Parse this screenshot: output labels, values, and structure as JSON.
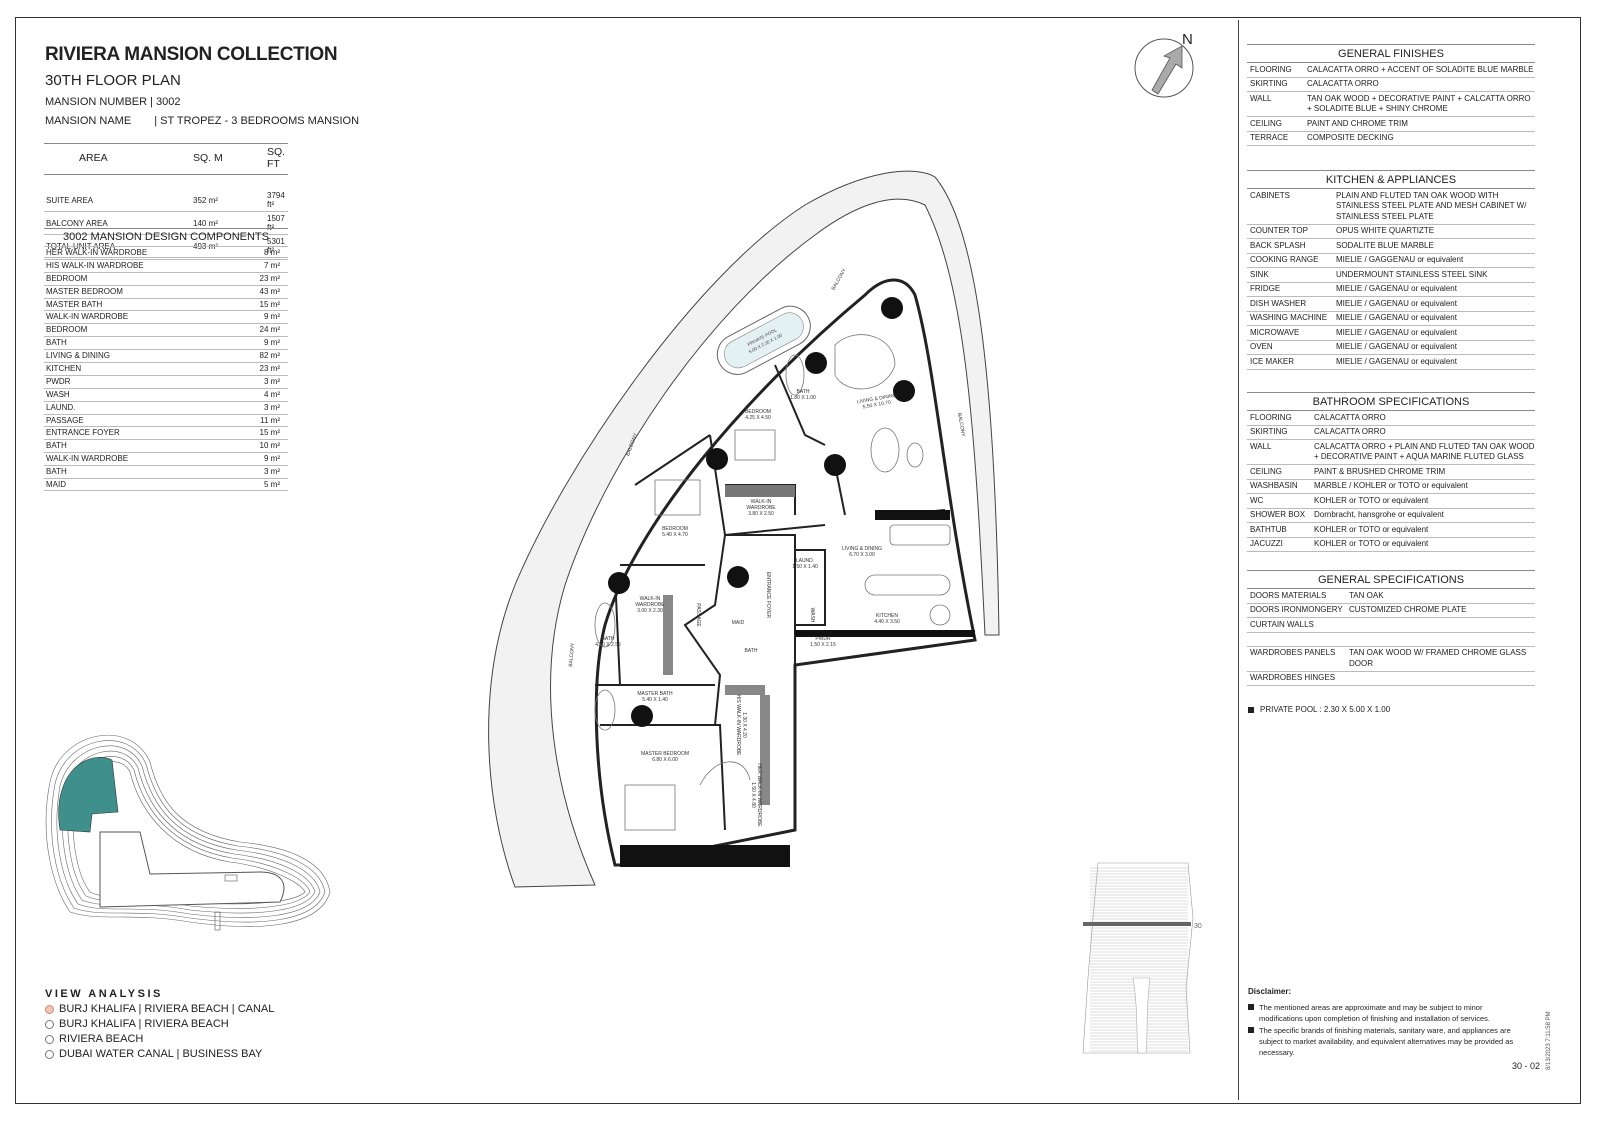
{
  "header": {
    "title": "RIVIERA MANSION COLLECTION",
    "subtitle": "30TH FLOOR PLAN",
    "mansion_number_label": "MANSION NUMBER",
    "mansion_number": "| 3002",
    "mansion_name_label": "MANSION NAME",
    "mansion_name": "| ST TROPEZ - 3 BEDROOMS MANSION"
  },
  "area_table": {
    "headers": [
      "AREA",
      "SQ. M",
      "SQ. FT"
    ],
    "rows": [
      [
        "SUITE AREA",
        "352 m²",
        "3794 ft²"
      ],
      [
        "BALCONY AREA",
        "140 m²",
        "1507 ft²"
      ],
      [
        "TOTAL UNIT AREA",
        "493 m²",
        "5301 ft²"
      ]
    ]
  },
  "components": {
    "title": "3002 MANSION DESIGN COMPONENTS",
    "items": [
      [
        "HER WALK-IN WARDROBE",
        "8 m²"
      ],
      [
        "HIS WALK-IN WARDROBE",
        "7 m²"
      ],
      [
        "BEDROOM",
        "23 m²"
      ],
      [
        "MASTER BEDROOM",
        "43 m²"
      ],
      [
        "MASTER BATH",
        "15 m²"
      ],
      [
        "WALK-IN WARDROBE",
        "9 m²"
      ],
      [
        "BEDROOM",
        "24 m²"
      ],
      [
        "BATH",
        "9 m²"
      ],
      [
        "LIVING & DINING",
        "82 m²"
      ],
      [
        "KITCHEN",
        "23 m²"
      ],
      [
        "PWDR",
        "3 m²"
      ],
      [
        "WASH",
        "4 m²"
      ],
      [
        "LAUND.",
        "3 m²"
      ],
      [
        "PASSAGE",
        "11 m²"
      ],
      [
        "ENTRANCE FOYER",
        "15 m²"
      ],
      [
        "BATH",
        "10 m²"
      ],
      [
        "WALK-IN WARDROBE",
        "9 m²"
      ],
      [
        "BATH",
        "3 m²"
      ],
      [
        "MAID",
        "5 m²"
      ]
    ]
  },
  "general_finishes": {
    "title": "GENERAL FINISHES",
    "rows": [
      [
        "FLOORING",
        "CALACATTA ORRO + ACCENT OF SOLADITE BLUE MARBLE"
      ],
      [
        "SKIRTING",
        "CALACATTA ORRO"
      ],
      [
        "WALL",
        "TAN OAK WOOD + DECORATIVE PAINT + CALCATTA ORRO + SOLADITE BLUE + SHINY CHROME"
      ],
      [
        "CEILING",
        "PAINT AND CHROME TRIM"
      ],
      [
        "TERRACE",
        "COMPOSITE DECKING"
      ]
    ]
  },
  "kitchen": {
    "title": "KITCHEN & APPLIANCES",
    "rows": [
      [
        "CABINETS",
        "PLAIN AND FLUTED TAN OAK WOOD WITH STAINLESS STEEL PLATE AND MESH CABINET W/ STAINLESS STEEL PLATE"
      ],
      [
        "COUNTER TOP",
        "OPUS WHITE QUARTIZTE"
      ],
      [
        "BACK SPLASH",
        "SODALITE BLUE MARBLE"
      ],
      [
        "COOKING RANGE",
        "MIELIE / GAGGENAU or equivalent"
      ],
      [
        "SINK",
        "UNDERMOUNT STAINLESS STEEL SINK"
      ],
      [
        "FRIDGE",
        "MIELIE / GAGENAU or equivalent"
      ],
      [
        "DISH WASHER",
        "MIELIE / GAGENAU or equivalent"
      ],
      [
        "WASHING MACHINE",
        "MIELIE / GAGENAU or equivalent"
      ],
      [
        "MICROWAVE",
        "MIELIE / GAGENAU or equivalent"
      ],
      [
        "OVEN",
        "MIELIE / GAGENAU or equivalent"
      ],
      [
        "ICE MAKER",
        "MIELIE / GAGENAU or equivalent"
      ]
    ]
  },
  "bathroom": {
    "title": "BATHROOM SPECIFICATIONS",
    "rows": [
      [
        "FLOORING",
        "CALACATTA ORRO"
      ],
      [
        "SKIRTING",
        "CALACATTA ORRO"
      ],
      [
        "WALL",
        "CALACATTA ORRO + PLAIN AND FLUTED TAN OAK WOOD + DECORATIVE PAINT + AQUA MARINE FLUTED GLASS"
      ],
      [
        "CEILING",
        "PAINT & BRUSHED CHROME TRIM"
      ],
      [
        "WASHBASIN",
        "MARBLE / KOHLER or TOTO or equivalent"
      ],
      [
        "WC",
        "KOHLER or TOTO or equivalent"
      ],
      [
        "SHOWER BOX",
        "Dornbracht, hansgrohe or equivalent"
      ],
      [
        "BATHTUB",
        "KOHLER or TOTO or equivalent"
      ],
      [
        "JACUZZI",
        "KOHLER or TOTO or equivalent"
      ]
    ]
  },
  "general_specs": {
    "title": "GENERAL SPECIFICATIONS",
    "rows": [
      [
        "DOORS MATERIALS",
        "TAN OAK"
      ],
      [
        "DOORS IRONMONGERY",
        "CUSTOMIZED CHROME PLATE"
      ],
      [
        "CURTAIN WALLS",
        ""
      ],
      [
        "",
        ""
      ],
      [
        "WARDROBES PANELS",
        "TAN OAK WOOD W/ FRAMED CHROME GLASS DOOR"
      ],
      [
        "WARDROBES HINGES",
        ""
      ]
    ]
  },
  "private_pool": "PRIVATE POOL :  2.30 X 5.00 X 1.00",
  "view_analysis": {
    "title": "VIEW ANALYSIS",
    "items": [
      "BURJ KHALIFA | RIVIERA BEACH | CANAL",
      "BURJ KHALIFA | RIVIERA BEACH",
      "RIVIERA BEACH",
      "DUBAI WATER CANAL | BUSINESS BAY"
    ],
    "selected_index": 0,
    "selected_color": "#f2c6b4"
  },
  "disclaimer": {
    "title": "Disclaimer:",
    "items": [
      "The mentioned areas are approximate and may be subject to minor modifications  upon completion of finishing and installation of services.",
      "The specific brands of finishing materials, sanitary ware, and appliances are subject to market availability, and equivalent alternatives may be provided as necessary."
    ]
  },
  "page_number": "30 - 02",
  "date_stamp": "8/13/2023 7:11:58 PM",
  "north_label": "N",
  "elevation_floor_label": "30",
  "highlight_color": "#3f8f8c",
  "plan_labels": {
    "private_pool": "PRIVATE POOL",
    "private_pool_dim": "5.00 X 2.30 X 1.00",
    "balcony": "BALCONY",
    "bath": "BATH",
    "bath1_dim": "1.80 X 1.00",
    "living_dining": "LIVING & DINING",
    "living_dim1": "5.50 X 10.70",
    "bedroom": "BEDROOM",
    "bedroom1_dim": "4.25 X 4.50",
    "walkin": "WALK-IN",
    "wardrobe": "WARDROBE",
    "walkin1_dim": "3.80 X 2.50",
    "bedroom2_dim": "5.40 X 4.70",
    "laund": "LAUND.",
    "laund_dim": "1.50 X 1.40",
    "living_dim2": "6.70 X 3.00",
    "walkin2_dim": "3.00 X 2.30",
    "passage": "PASSAGE",
    "entrance_foyer": "ENTRANCE FOYER",
    "wash": "WASH",
    "maid": "MAID",
    "kitchen": "KITCHEN",
    "kitchen_dim": "4.40 X 3.50",
    "pwdr": "PWDR",
    "pwdr_dim": "1.50 X 2.15",
    "bath2_dim": "4.70 X 2.55",
    "master_bath": "MASTER BATH",
    "master_bath_dim": "5.40 X 1.40",
    "his_walkin": "HIS WALK-IN WARDROBE",
    "his_walkin_dim": "1.30 X 4.20",
    "master_bedroom": "MASTER BEDROOM",
    "master_bedroom_dim": "6.80 X 6.00",
    "her_walkin": "HER WALK-IN WARDROBE",
    "her_walkin_dim": "1.50 X 4.80"
  }
}
